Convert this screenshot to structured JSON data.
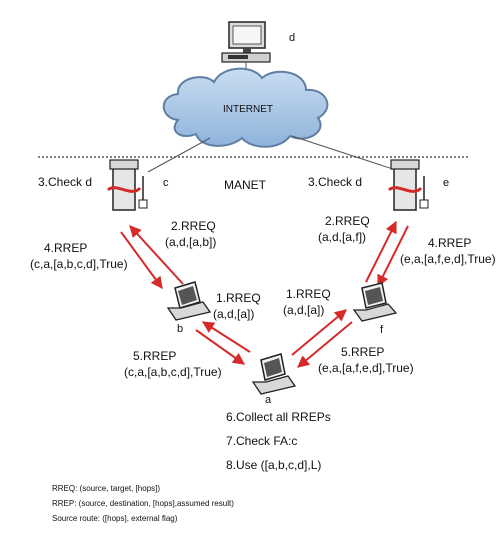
{
  "cloud_label": "INTERNET",
  "zone_label": "MANET",
  "nodes": {
    "d": "d",
    "c": "c",
    "e": "e",
    "b": "b",
    "f": "f",
    "a": "a"
  },
  "steps": {
    "check_left": "3.Check d",
    "check_right": "3.Check d",
    "rreq2_left_title": "2.RREQ",
    "rreq2_left_detail": "(a,d,[a,b])",
    "rreq2_right_title": "2.RREQ",
    "rreq2_right_detail": "(a,d,[a,f])",
    "rrep4_left_title": "4.RREP",
    "rrep4_left_detail": "(c,a,[a,b,c,d],True)",
    "rrep4_right_title": "4.RREP",
    "rrep4_right_detail": "(e,a,[a,f,e,d],True)",
    "rreq1_left_title": "1.RREQ",
    "rreq1_left_detail": "(a,d,[a])",
    "rreq1_right_title": "1.RREQ",
    "rreq1_right_detail": "(a,d,[a])",
    "rrep5_left_title": "5.RREP",
    "rrep5_left_detail": "(c,a,[a,b,c,d],True)",
    "rrep5_right_title": "5.RREP",
    "rrep5_right_detail": "(e,a,[a,f,e,d],True)",
    "collect": "6.Collect all RREPs",
    "check_fa": "7.Check FA:c",
    "use_route": "8.Use ([a,b,c,d],L)"
  },
  "legend": [
    "RREQ: (source, target, [hops])",
    "RREP: (source, destination, [hops],assumed result)",
    "Source route: ([hops], external flag)"
  ],
  "colors": {
    "arrow": "#d42a2a",
    "cloud_fill": "#a9c7e6",
    "cloud_stroke": "#5f7fa3",
    "router_body": "#e6e6e6",
    "router_band": "#d42a2a"
  }
}
